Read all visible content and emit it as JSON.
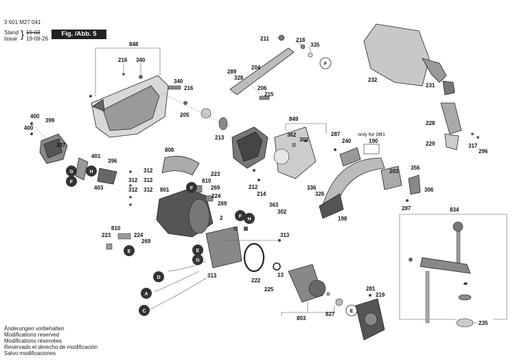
{
  "header": {
    "doc_number": "3 601 M27 041",
    "stand_label": "Stand",
    "issue_label": "Issue",
    "stand_value": "19-03",
    "issue_value": "19-09-26",
    "figure_label": "Fig. /Abb. 5"
  },
  "notes": {
    "only_for": "only for 0B1"
  },
  "footer": [
    "Änderungen vorbehalten",
    "Modifications reserved",
    "Modifications réservées",
    "Reservado el derecho de modificación",
    "Salvo modificaciones"
  ],
  "connector_letters": {
    "F": "F",
    "G": "G",
    "H": "H",
    "E": "E",
    "D": "D",
    "A": "A",
    "C": "C"
  },
  "part_numbers": {
    "p211": "211",
    "p218": "218",
    "p335": "335",
    "p204": "204",
    "p289": "289",
    "p328": "328",
    "p206": "206",
    "p215": "215",
    "p848": "848",
    "p216a": "216",
    "p340a": "340",
    "p340b": "340",
    "p216b": "216",
    "p205": "205",
    "p213": "213",
    "p232": "232",
    "p231": "231",
    "p228": "228",
    "p229": "229",
    "p317": "317",
    "p296": "296",
    "p400a": "400",
    "p399": "399",
    "p400b": "400",
    "p397": "397",
    "p401": "401",
    "p396": "396",
    "p403": "403",
    "p808": "808",
    "p312a": "312",
    "p312b": "312",
    "p312c": "312",
    "p312d": "312",
    "p801": "801",
    "p810a": "810",
    "p223a": "223",
    "p224a": "224",
    "p269a": "269",
    "p810b": "810",
    "p224b": "224",
    "p223b": "223",
    "p269b": "269",
    "p849": "849",
    "p362": "362",
    "p302a": "302",
    "p287a": "287",
    "p240": "240",
    "p190": "190",
    "p212": "212",
    "p214": "214",
    "p363": "363",
    "p302b": "302",
    "p336": "336",
    "p326": "326",
    "p198": "198",
    "p203": "203",
    "p356": "356",
    "p306": "306",
    "p287b": "287",
    "p2": "2",
    "p313a": "313",
    "p313b": "313",
    "p222": "222",
    "p13": "13",
    "p225": "225",
    "p803": "803",
    "p827": "827",
    "p281": "281",
    "p219": "219",
    "p834": "834",
    "p235": "235"
  },
  "colors": {
    "ink": "#1a1a1a",
    "badge": "#222222",
    "paper": "#ffffff"
  }
}
